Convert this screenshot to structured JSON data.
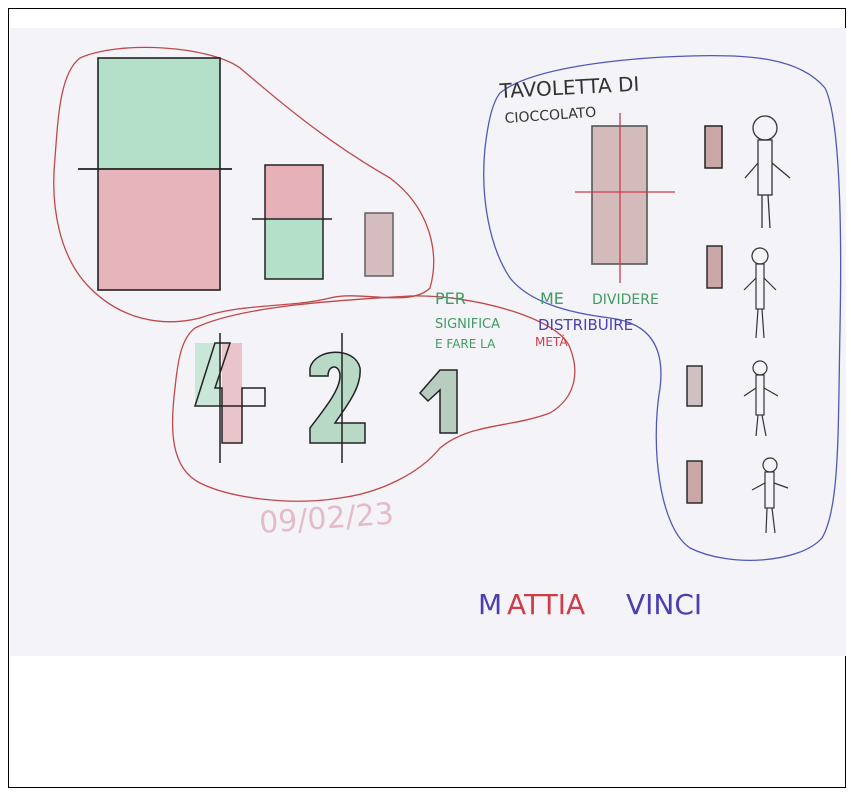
{
  "drawing": {
    "title_line1": "TAVOLETTA DI",
    "title_line2": "CIOCCOLATO",
    "sentence": {
      "line1_a": "PER",
      "line1_b": "ME",
      "line1_c": "DIVIDERE",
      "line2_a": "SIGNIFICA",
      "line2_b": "DISTRIBUIRE",
      "line3_a": "E FARE LA",
      "line3_b": "METÀ"
    },
    "numbers": [
      "4",
      "2",
      "1"
    ],
    "date": "09/02/23",
    "signature": {
      "first_letter": "M",
      "first_rest": "ATTIA",
      "last": "VINCI"
    },
    "colors": {
      "green_fill": "#9fd8b8",
      "red_fill": "#e3a4ad",
      "brown_fill": "#c9a7a7",
      "red_outline": "#c0474a",
      "blue_outline": "#5058b8",
      "green_ink": "#3f9a64",
      "purple_ink": "#4a3fb0",
      "red_ink": "#d03b48",
      "pencil": "#333333"
    }
  }
}
